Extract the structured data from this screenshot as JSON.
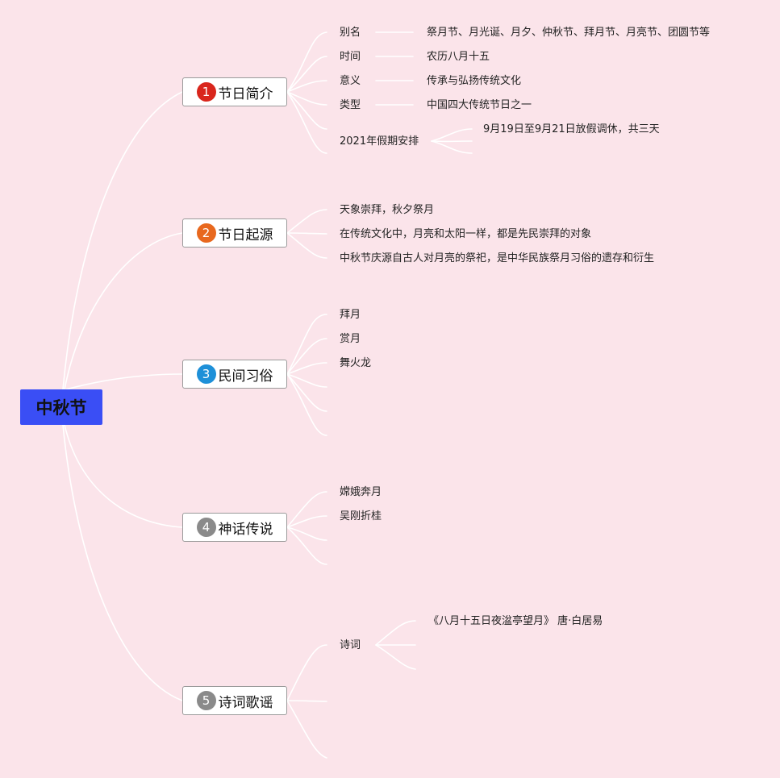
{
  "root": {
    "label": "中秋节",
    "color": "#3a4ef5"
  },
  "branches": [
    {
      "num": "1",
      "label": "节日简介",
      "badge_color": "#d9261c",
      "items": [
        {
          "key": "别名",
          "value": "祭月节、月光诞、月夕、仲秋节、拜月节、月亮节、团圆节等"
        },
        {
          "key": "时间",
          "value": "农历八月十五"
        },
        {
          "key": "意义",
          "value": "传承与弘扬传统文化"
        },
        {
          "key": "类型",
          "value": "中国四大传统节日之一"
        },
        {
          "key": "2021年假期安排",
          "value": "9月19日至9月21日放假调休，共三天"
        }
      ]
    },
    {
      "num": "2",
      "label": "节日起源",
      "badge_color": "#e8681e",
      "items": [
        "天象崇拜，秋夕祭月",
        "在传统文化中，月亮和太阳一样，都是先民崇拜的对象",
        "中秋节庆源自古人对月亮的祭祀，是中华民族祭月习俗的遗存和衍生"
      ]
    },
    {
      "num": "3",
      "label": "民间习俗",
      "badge_color": "#1e90d8",
      "items": [
        "拜月",
        "赏月",
        "舞火龙"
      ]
    },
    {
      "num": "4",
      "label": "神话传说",
      "badge_color": "#8a8a8a",
      "items": [
        "嫦娥奔月",
        "吴刚折桂"
      ]
    },
    {
      "num": "5",
      "label": "诗词歌谣",
      "badge_color": "#8a8a8a",
      "items": [
        {
          "key": "诗词",
          "value": "《八月十五日夜湓亭望月》 唐·白居易"
        }
      ]
    }
  ]
}
